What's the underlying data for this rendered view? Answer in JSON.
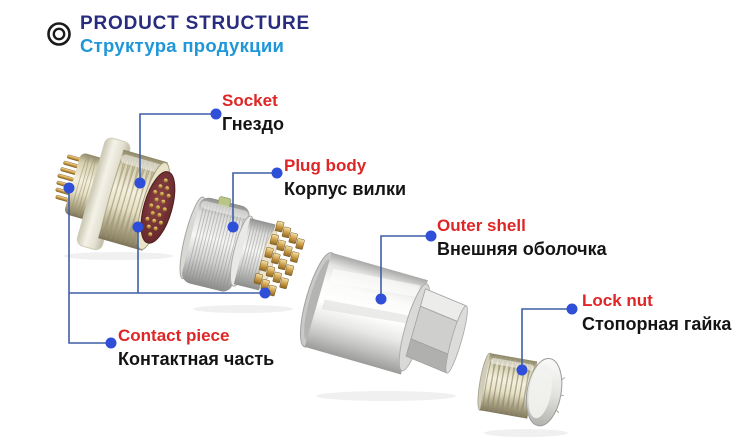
{
  "header": {
    "logo_icon": "concentric-circles-icon",
    "title": "PRODUCT STRUCTURE",
    "subtitle": "Структура продукции"
  },
  "labels": {
    "socket": {
      "en": "Socket",
      "ru": "Гнездо"
    },
    "plug_body": {
      "en": "Plug body",
      "ru": "Корпус вилки"
    },
    "outer_shell": {
      "en": "Outer shell",
      "ru": "Внешняя оболочка"
    },
    "lock_nut": {
      "en": "Lock nut",
      "ru": "Стопорная гайка"
    },
    "contact_piece": {
      "en": "Contact piece",
      "ru": "Контактная часть"
    }
  },
  "colors": {
    "title": "#272c7e",
    "subtitle": "#1f97d8",
    "label_en": "#df2626",
    "label_ru": "#141414",
    "leader_line": "#3f5fa8",
    "leader_dot": "#2f4fd8",
    "background": "#ffffff"
  }
}
